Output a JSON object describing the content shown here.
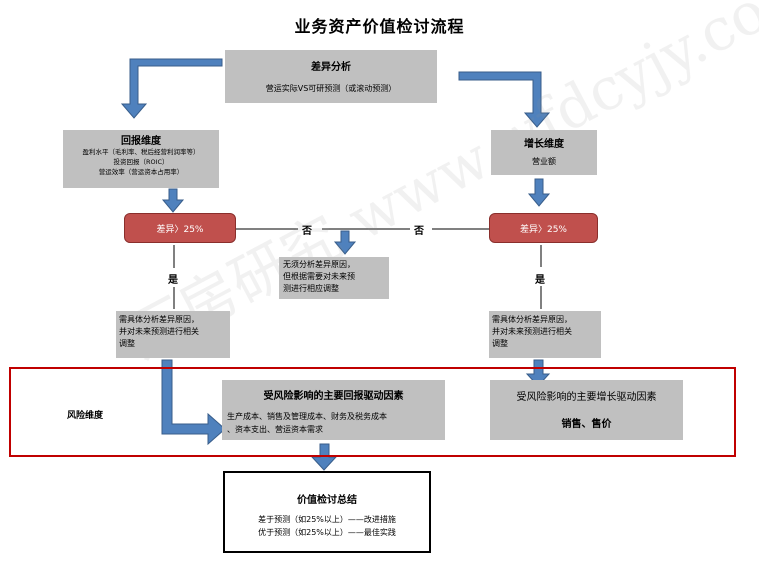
{
  "title": "业务资产价值检讨流程",
  "variance": {
    "title": "差异分析",
    "subtitle": "营运实际VS可研预测（或滚动预测）"
  },
  "return_dim": {
    "title": "回报维度",
    "lines": [
      "盈利水平（毛利率、税后经营利润率等）",
      "投资回报（ROIC）",
      "营运效率（营运资本占用率）"
    ]
  },
  "growth_dim": {
    "title": "增长维度",
    "lines": [
      "营业额"
    ]
  },
  "diff_left": "差异〉25%",
  "diff_right": "差异〉25%",
  "no_left": "否",
  "no_right": "否",
  "yes_left": "是",
  "yes_right": "是",
  "no_note": [
    "无须分析差异原因，",
    "但根据需要对未来预",
    "测进行相应调整"
  ],
  "yes_note_left": [
    "需具体分析差异原因，",
    "并对未来预测进行相关",
    "调整"
  ],
  "yes_note_right": [
    "需具体分析差异原因，",
    "并对未来预测进行相关",
    "调整"
  ],
  "risk": {
    "label": "风险维度",
    "return_title": "受风险影响的主要回报驱动因素",
    "return_lines": [
      "生产成本、销售及管理成本、财务及税务成本",
      "、资本支出、营运资本需求"
    ],
    "growth_title": "受风险影响的主要增长驱动因素",
    "growth_lines": [
      "销售、售价"
    ]
  },
  "summary": {
    "title": "价值检讨总结",
    "lines": [
      "差于预测（如25%以上）——改进措施",
      "优于预测（如25%以上）——最佳实践"
    ]
  },
  "watermark": "万房研究  www.wfdcyjy.com",
  "colors": {
    "arrow": "#4f81bd",
    "arrow_stroke": "#385d8a",
    "red": "#c0504d",
    "risk_border": "#c00000",
    "box": "#c0c0c0"
  }
}
